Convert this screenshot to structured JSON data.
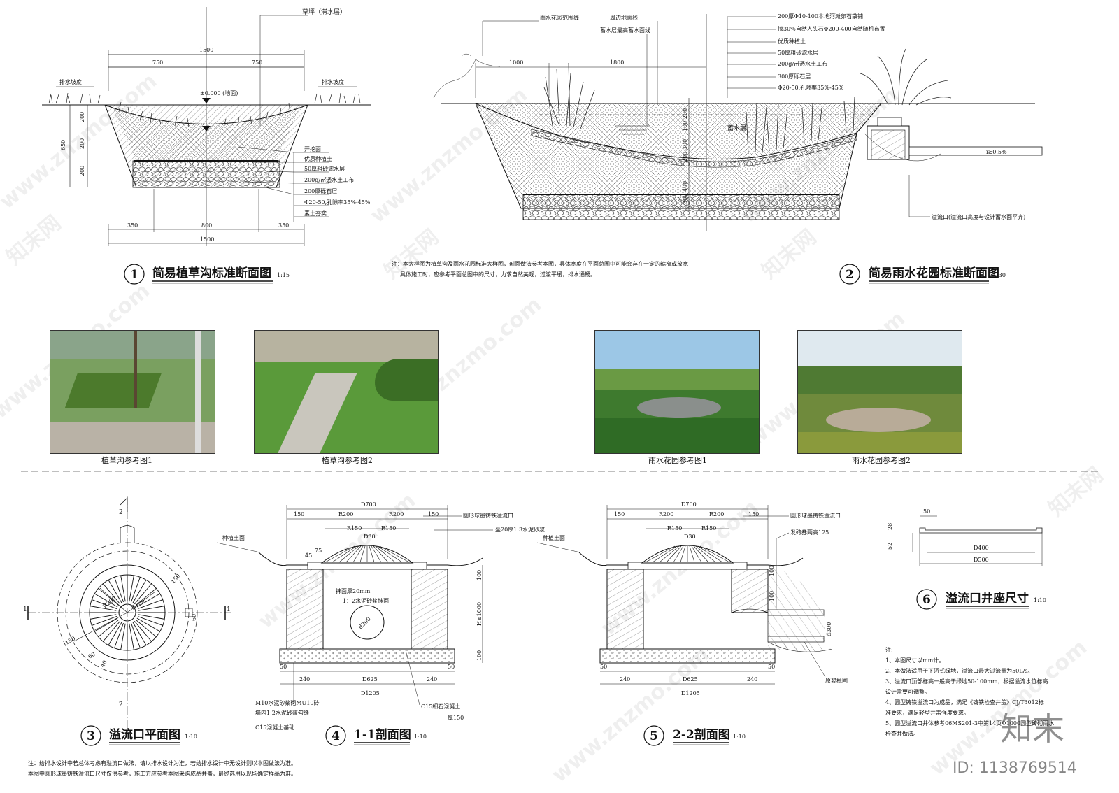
{
  "sec1": {
    "title": "简易植草沟标准断面图",
    "num": "1",
    "scale": "1:15",
    "grass_label": "草坪（滞水层）",
    "slope_left": "排水坡度",
    "slope_right": "排水坡度",
    "elev": "±0.000 (地面)",
    "dims_top": [
      "1500",
      "750",
      "750"
    ],
    "dims_left": [
      "650",
      "200",
      "200",
      "200"
    ],
    "dims_bottom": [
      "350",
      "800",
      "350",
      "1500"
    ],
    "layers": [
      "开挖面",
      "优质种植土",
      "50厚粗砂滤水层",
      "200g/㎡透水土工布",
      "200厚砾石层",
      "Φ20-50,孔隙率35%-45%",
      "素土夯实"
    ]
  },
  "sec2": {
    "title": "简易雨水花园标准断面图",
    "num": "2",
    "scale": "1:30",
    "labels_top": [
      "雨水花园范围线",
      "周边地面线",
      "蓄水层最高蓄水面线"
    ],
    "dims": [
      "1000",
      "1800"
    ],
    "vdims": [
      "100-200",
      "200-300",
      "300-400"
    ],
    "layers": [
      "200厚Φ10-100本地河滩卵石散铺",
      "掺30%自然人头石Φ200-400自然随机布置",
      "优质种植土",
      "50厚粗砂滤水层",
      "200g/㎡透水土工布",
      "300厚砾石层",
      "Φ20-50,孔隙率35%-45%"
    ],
    "storage": "蓄水层",
    "slope": "i≥0.5%",
    "overflow": "溢流口(溢流口高度与设计蓄水面平齐)"
  },
  "note_mid": [
    "注：本大样图为植草沟及雨水花园标准大样图，剖面做法参考本图，具体宽度在平面总图中可能会存在一定的缩窄或放宽",
    "具体施工时，应参考平面总图中的尺寸，力求自然美观，过渡平缓，排水通畅。"
  ],
  "photos": [
    {
      "caption": "植草沟参考图1",
      "sky": "#8aa48a",
      "ground": "#5e8f3a"
    },
    {
      "caption": "植草沟参考图2",
      "sky": "#b7b3a0",
      "ground": "#4f8a33"
    },
    {
      "caption": "雨水花园参考图1",
      "sky": "#9cc7e6",
      "ground": "#3e7a2e"
    },
    {
      "caption": "雨水花园参考图2",
      "sky": "#dfe9ef",
      "ground": "#6f8a3c"
    }
  ],
  "sec3": {
    "title": "溢流口平面图",
    "num": "3",
    "scale": "1:10",
    "marks": [
      "2",
      "2",
      "1",
      "1"
    ],
    "dims": [
      "R200",
      "R150",
      "150",
      "150",
      "60",
      "60",
      "40"
    ]
  },
  "sec4": {
    "title": "1-1剖面图",
    "num": "4",
    "scale": "1:10",
    "dims_top": [
      "D700",
      "150",
      "R200",
      "R200",
      "150",
      "R150",
      "R150",
      "D30"
    ],
    "dims_bottom": [
      "50",
      "240",
      "D625",
      "240",
      "50",
      "D1205"
    ],
    "vdims": [
      "100",
      "H≤1000",
      "100"
    ],
    "small": [
      "45",
      "75"
    ],
    "labels": [
      "种植土面",
      "圆形球墨铸铁溢流口",
      "坐20厚1:3水泥砂浆",
      "抹面厚20mm",
      "1：2水泥砂浆抹面",
      "d300",
      "M10水泥砂浆砌MU10砖",
      "墙内1:2水泥砂浆勾缝",
      "C15混凝土基础",
      "C15细石混凝土",
      "厚150"
    ]
  },
  "sec5": {
    "title": "2-2剖面图",
    "num": "5",
    "scale": "1:10",
    "dims_top": [
      "D700",
      "150",
      "R200",
      "R200",
      "150",
      "R150",
      "R150",
      "D30"
    ],
    "dims_bottom": [
      "50",
      "240",
      "D625",
      "240",
      "50",
      "D1205"
    ],
    "vdims": [
      "100",
      "100",
      "d300"
    ],
    "labels": [
      "种植土面",
      "圆形球墨铸铁溢流口",
      "发砖券两高125",
      "原浆稳固"
    ]
  },
  "sec6": {
    "title": "溢流口井座尺寸",
    "num": "6",
    "scale": "1:10",
    "dims": [
      "50",
      "28",
      "52",
      "D400",
      "D500"
    ]
  },
  "notes_right": [
    "注:",
    "1、本图尺寸以mm计。",
    "2、本做法适用于下沉式绿地，溢流口最大过流量为50L/s。",
    "3、溢流口顶部标高一般高于绿地50-100mm，根据溢流水位标高",
    "   设计需要可调整。",
    "4、圆型铸铁溢流口为成品，满足《铸铁检查井盖》CJ/T3012标",
    "   准要求，满足轻型井盖强度要求。",
    "5、圆型溢流口井体参考06MS201-3中第14页Φ1000圆型砖砌雨水",
    "   检查井做法。"
  ],
  "notes_bottom": [
    "注：给排水设计中若总体考虑有溢流口做法，请以排水设计为准，若给排水设计中无设计则以本图做法为准。",
    "    本图中圆形球墨铸铁溢流口尺寸仅供参考，施工方应参考本图采购成品井盖，最终选用以现场确定样品为准。"
  ],
  "watermark": "www.znzmo.com",
  "watermark_logo": "知末网",
  "brand": "知末",
  "brand_id": "ID: 1138769514"
}
